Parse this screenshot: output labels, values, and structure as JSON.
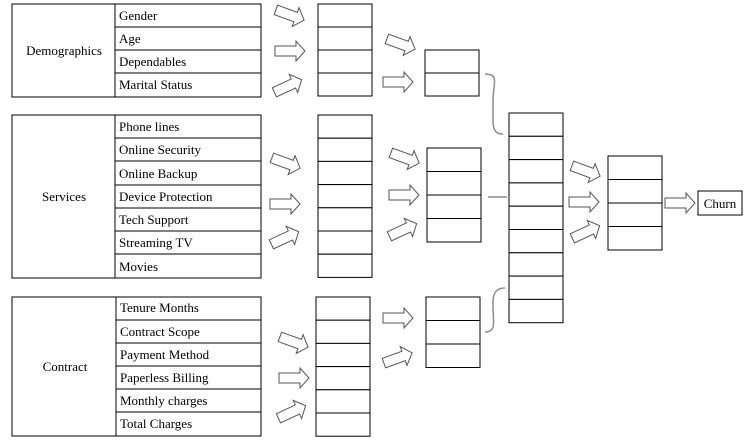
{
  "groups": [
    {
      "label": "Demographics",
      "features": [
        "Gender",
        "Age",
        "Dependables",
        "Marital Status"
      ]
    },
    {
      "label": "Services",
      "features": [
        "Phone lines",
        "Online Security",
        "Online Backup",
        "Device Protection",
        "Tech Support",
        "Streaming TV",
        "Movies"
      ]
    },
    {
      "label": "Contract",
      "features": [
        "Tenure Months",
        "Contract Scope",
        "Payment Method",
        "Paperless Billing",
        "Monthly charges",
        "Total Charges"
      ]
    }
  ],
  "output": {
    "label": "Churn"
  }
}
